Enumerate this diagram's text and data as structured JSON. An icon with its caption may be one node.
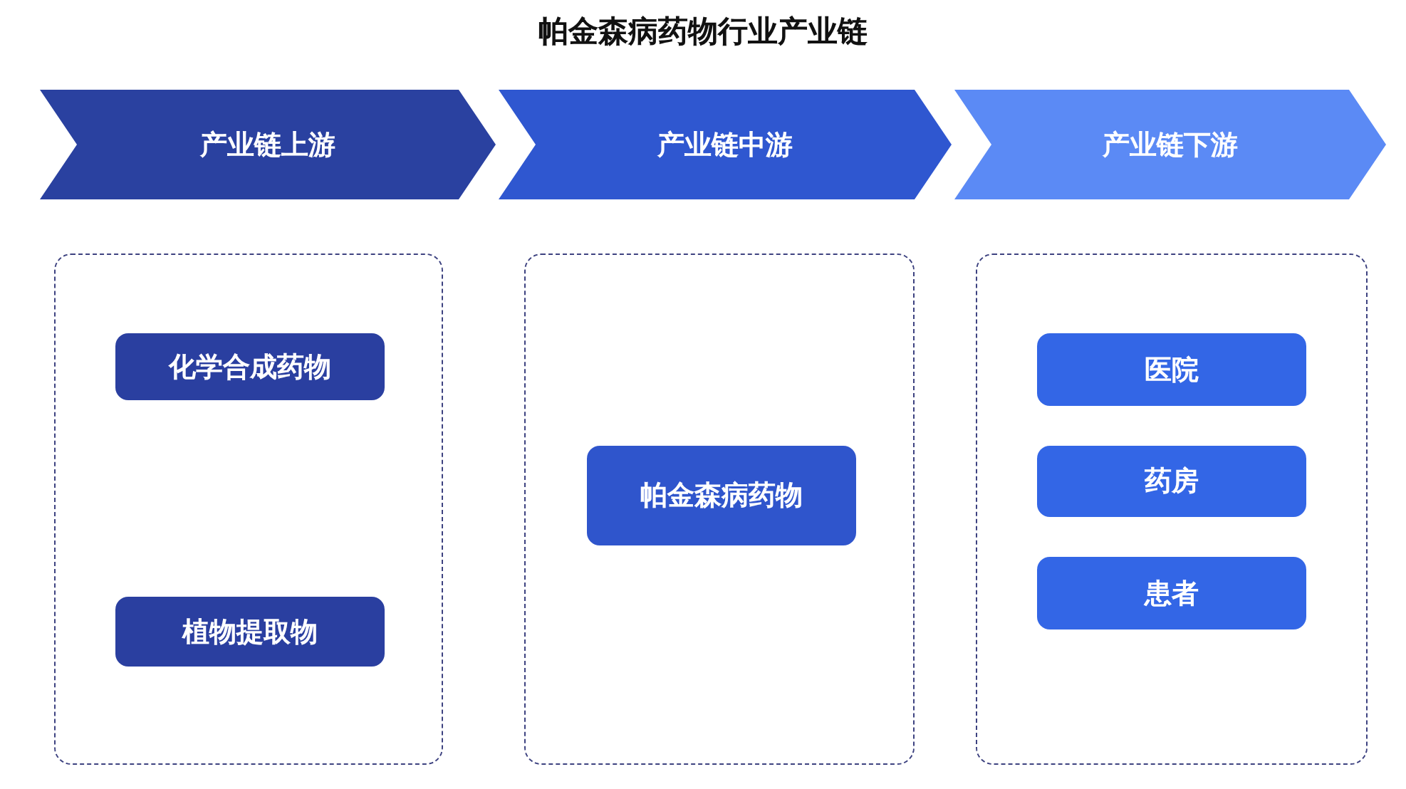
{
  "diagram": {
    "title": "帕金森病药物行业产业链",
    "nodes": [
      {
        "text": [
          "产业链上游"
        ]
      },
      {
        "text": [],
        "shape": "box"
      },
      {
        "text": [
          "化学合成药物"
        ],
        "in": 1
      },
      {
        "text": [
          "植物提取物"
        ],
        "in": 1
      },
      {
        "text": [
          "产业链中游"
        ]
      },
      {
        "text": [],
        "shape": "box"
      },
      {
        "text": [
          "帕金森病药物"
        ],
        "in": 5
      },
      {
        "text": [
          "产业链下游"
        ]
      },
      {
        "text": [],
        "shape": "box"
      },
      {
        "text": [
          "医院"
        ],
        "in": 8
      },
      {
        "text": [
          "药房"
        ],
        "in": 8
      },
      {
        "text": [
          "患者"
        ],
        "in": 8
      }
    ],
    "edges": []
  }
}
